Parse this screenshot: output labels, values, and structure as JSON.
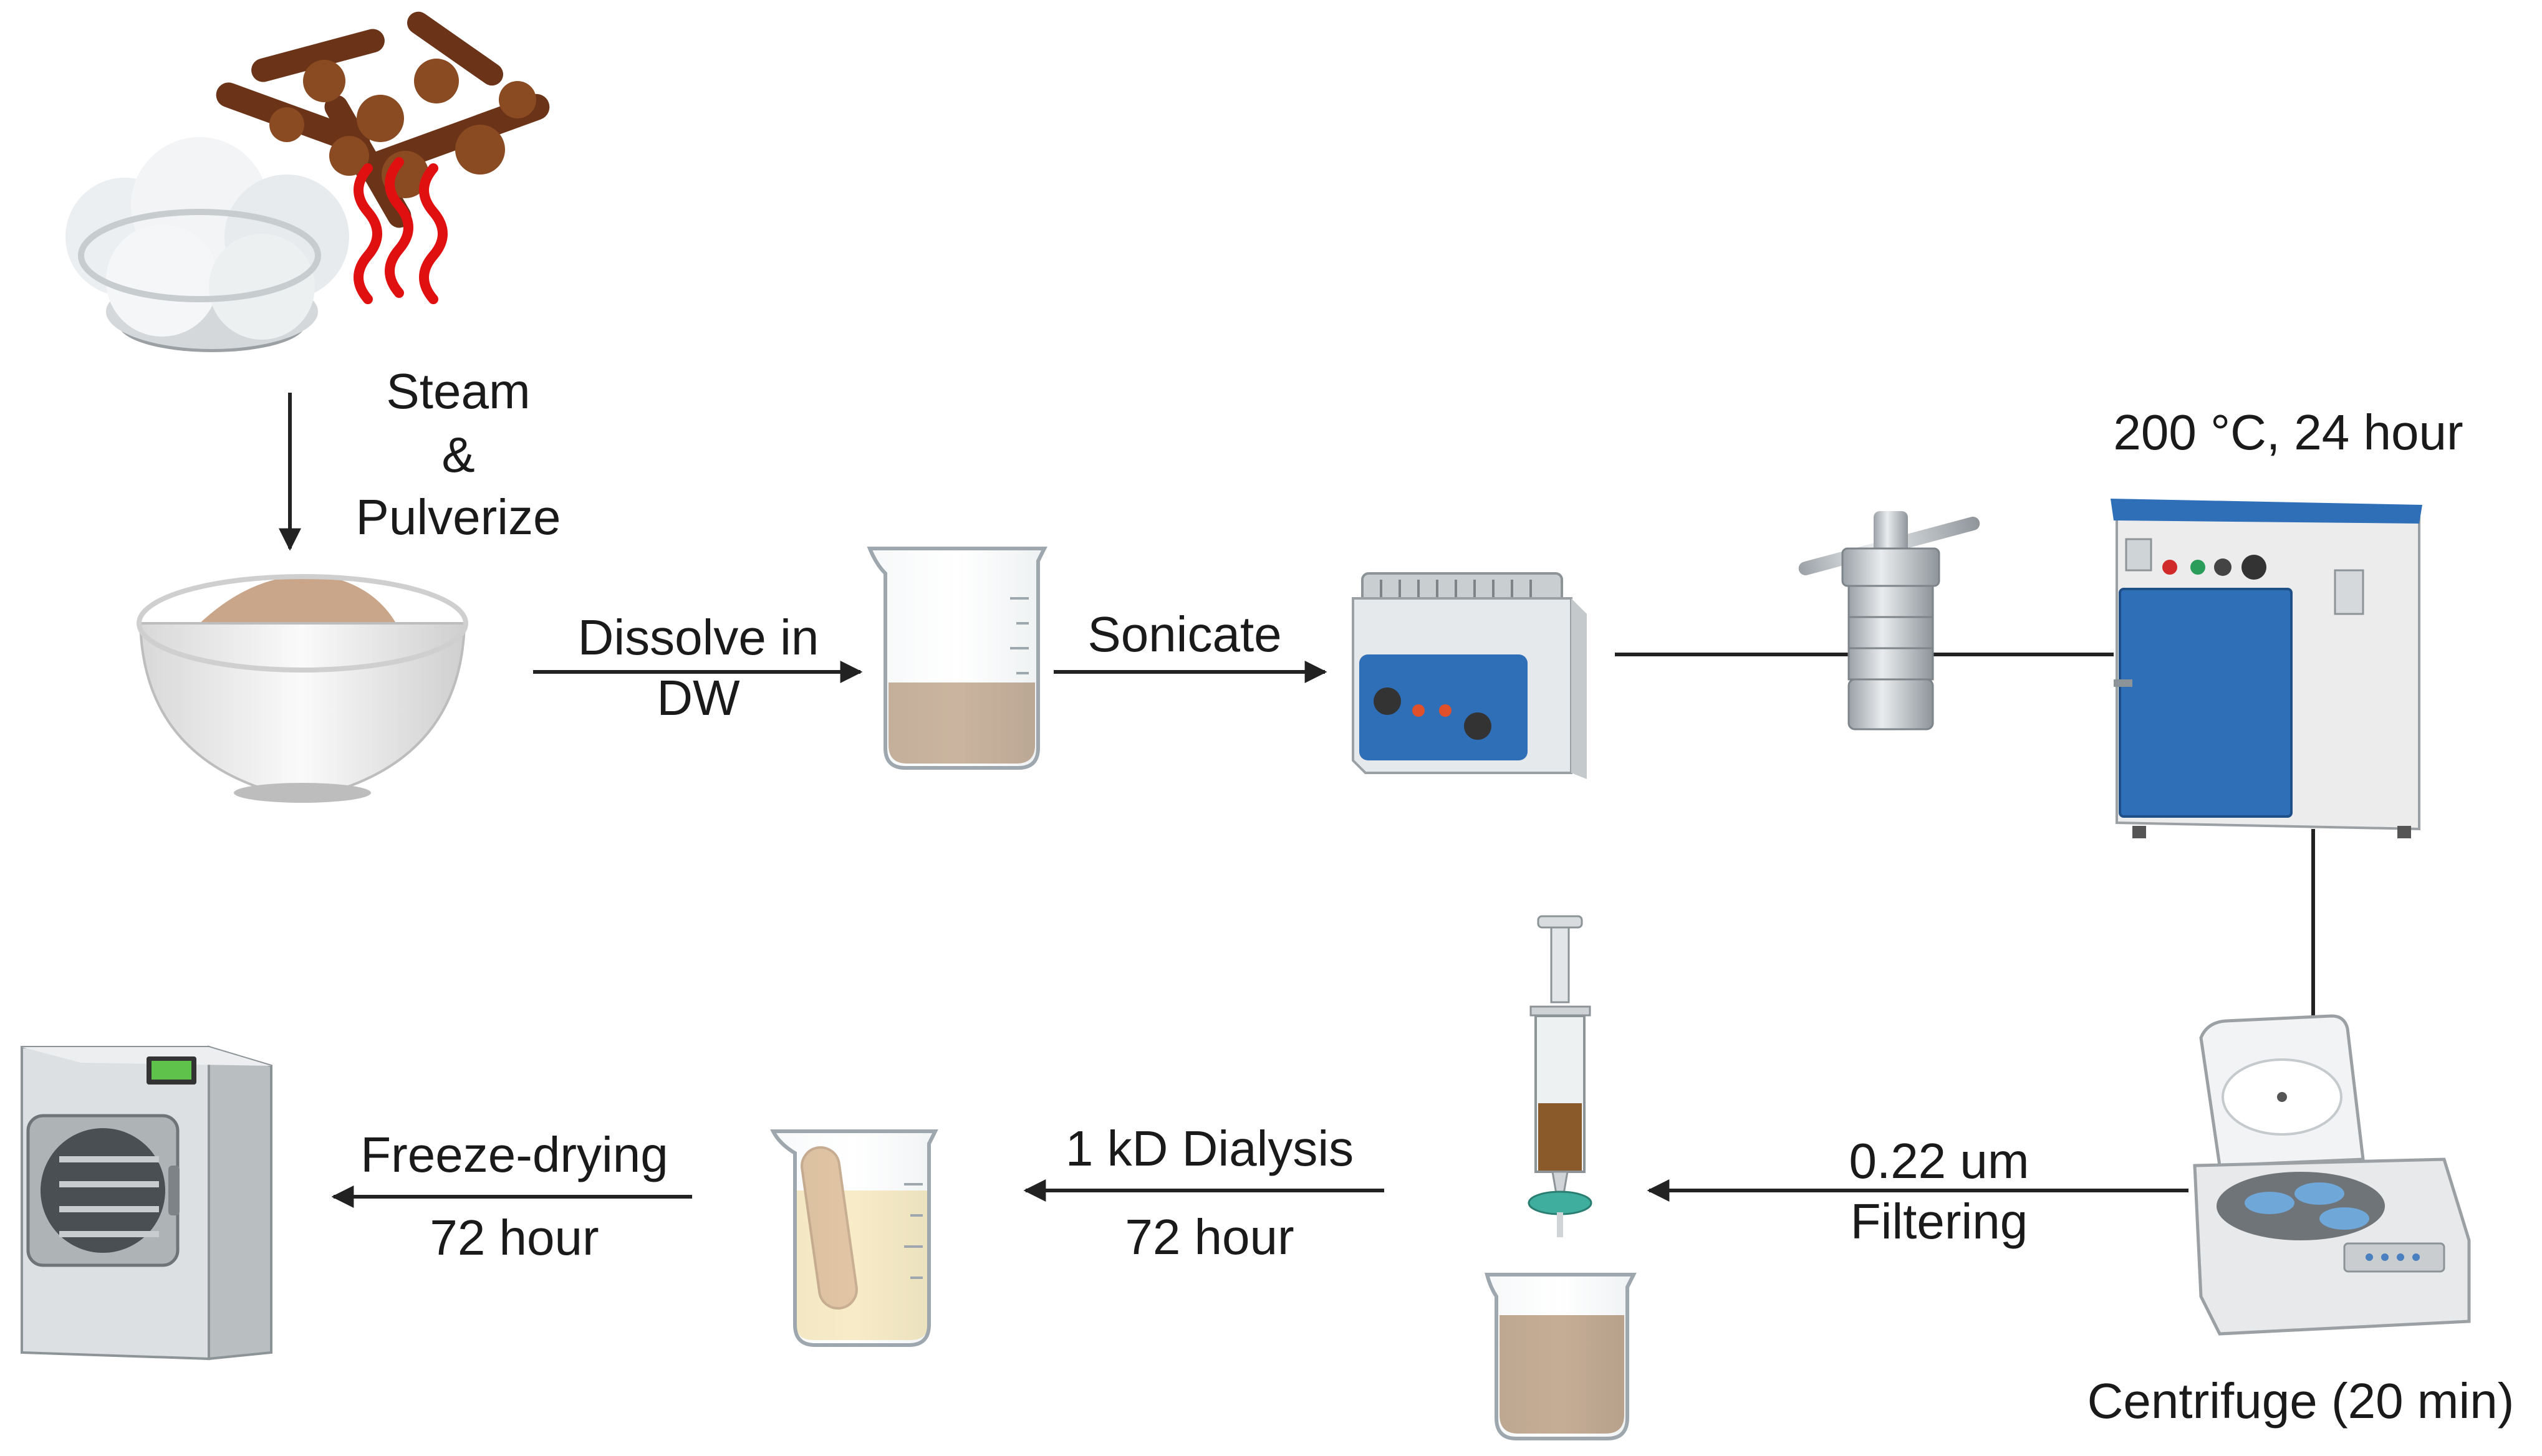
{
  "labels": {
    "steam": "Steam",
    "amp": "&",
    "pulverize": "Pulverize",
    "dissolve_1": "Dissolve in",
    "dissolve_2": "DW",
    "sonicate": "Sonicate",
    "autoclave": "200 °C, 24 hour",
    "filter_1": "0.22 um",
    "filter_2": "Filtering",
    "centrifuge": "Centrifuge (20 min)",
    "dialysis_1": "1 kD Dialysis",
    "dialysis_2": "72 hour",
    "freeze_1": "Freeze-drying",
    "freeze_2": "72 hour"
  },
  "icons": {
    "cloves": "cloves-steaming-icon",
    "bowl": "powder-bowl-icon",
    "beaker": "beaker-icon",
    "sonicator": "ultrasonic-bath-icon",
    "reactor": "hydrothermal-autoclave-icon",
    "oven": "oven-icon",
    "centrifuge": "centrifuge-icon",
    "syringe": "syringe-filter-icon",
    "dialysis": "dialysis-beaker-icon",
    "freeze_dryer": "freeze-dryer-icon"
  },
  "colors": {
    "liquid_brown": "#8b5a2b",
    "liquid_pale": "#f3dc9a",
    "machine_blue": "#2f6fb8",
    "heat_red": "#e01010"
  }
}
